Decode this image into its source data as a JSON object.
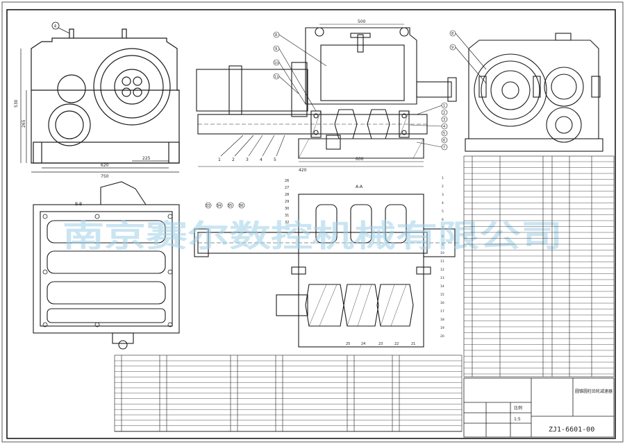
{
  "drawing": {
    "stroke_color": "#1a1a1a",
    "paper_color": "#ffffff",
    "watermark_color": "#9fd0e8",
    "watermark_text": "南京赛尔数控机械有限公司"
  },
  "front_view": {
    "dim_width_inner": "620",
    "dim_width_outer": "750",
    "dim_offset": "225",
    "dim_height": "530",
    "dim_center": "265",
    "balloons": [
      "4"
    ]
  },
  "section_view": {
    "dim_top": "500",
    "dim_bottom": "420",
    "dim_bottom_right": "600",
    "balloons_left": [
      "1",
      "2",
      "3",
      "4",
      "5"
    ],
    "balloons_right": [
      "1",
      "2",
      "3",
      "4",
      "5",
      "6",
      "7"
    ],
    "balloons_top": [
      "8",
      "9",
      "10",
      "11"
    ]
  },
  "side_view": {
    "balloons": [
      "8",
      "9"
    ]
  },
  "plan_section": {
    "label": "A-A",
    "balloons_top": [
      "26",
      "27",
      "28",
      "29",
      "30",
      "31",
      "32"
    ],
    "balloons_left": [
      "33",
      "34",
      "35",
      "36"
    ],
    "balloons_right": [
      "1",
      "2",
      "3",
      "4",
      "5",
      "6",
      "7",
      "8",
      "9",
      "10",
      "11",
      "12",
      "13",
      "14",
      "15",
      "16",
      "17",
      "18",
      "19",
      "20"
    ],
    "balloons_bottom": [
      "25",
      "24",
      "23",
      "22",
      "21"
    ]
  },
  "top_view": {
    "label": "B-B"
  },
  "title_block": {
    "title": "圆锥圆柱齿轮减速器",
    "drawing_no": "ZJ1-6601-00",
    "scale_label": "比例",
    "scale_value": "1:5"
  }
}
